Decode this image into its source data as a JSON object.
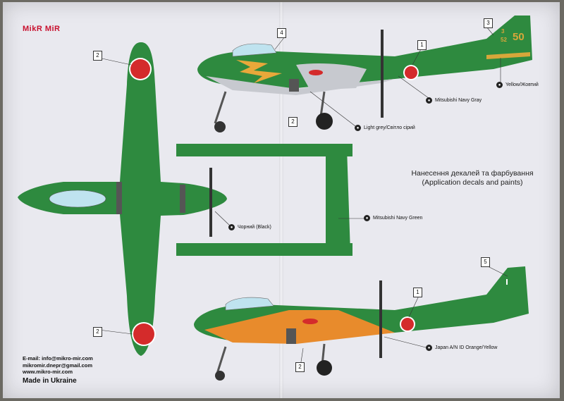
{
  "brand": {
    "name": "MikR MiR",
    "emblem": "anchor-icon"
  },
  "title": {
    "line1": "Нанесення декалей та фарбування",
    "line2": "(Application decals and paints)"
  },
  "contact": {
    "email_line": "E-mail: info@mikro-mir.com",
    "email2": "mikromir.dnepr@gmail.com",
    "web": "www.mikro-mir.com"
  },
  "made_in": "Made in Ukraine",
  "callouts": {
    "navy_gray": "Mitsubishi Navy Gray",
    "yellow": "Yellow/Жовтий",
    "light_grey": "Light grey/Світло сірий",
    "navy_green": "Mitsubishi Navy Green",
    "black": "Чорний (Black)",
    "orange": "Japan A/N ID Orange/Yellow"
  },
  "badges": {
    "b1": "1",
    "b2": "2",
    "b3": "3",
    "b4": "4",
    "b5": "5"
  },
  "tail": {
    "fraction_top": "3",
    "fraction_bottom": "52",
    "number": "50"
  },
  "colors": {
    "green": "#2e8a3f",
    "orange": "#e88b2c",
    "gray": "#c7c9cf",
    "red": "#d42b2b",
    "yellow": "#d7a73a"
  }
}
